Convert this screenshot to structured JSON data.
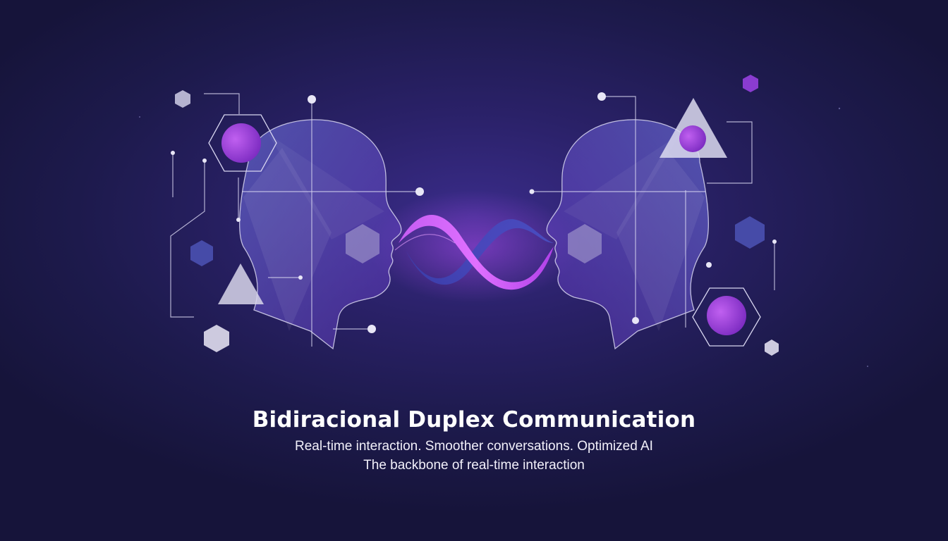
{
  "heading": {
    "title": "Bidiracional Duplex Communication",
    "line1": "Real-time interaction. Smoother conversations. Optimized AI",
    "line2": "The backbone of real-time interaction"
  },
  "colors": {
    "background": "#221c56",
    "accent_purple": "#a43de0",
    "accent_magenta": "#c84bf0",
    "accent_blue": "#3d52b8",
    "head_fill": "#5a5cc0",
    "line": "#d8d6f0"
  },
  "icons": [
    "person-head-left",
    "person-head-right",
    "wave-ribbon",
    "hexagon",
    "triangle",
    "circle-node"
  ]
}
